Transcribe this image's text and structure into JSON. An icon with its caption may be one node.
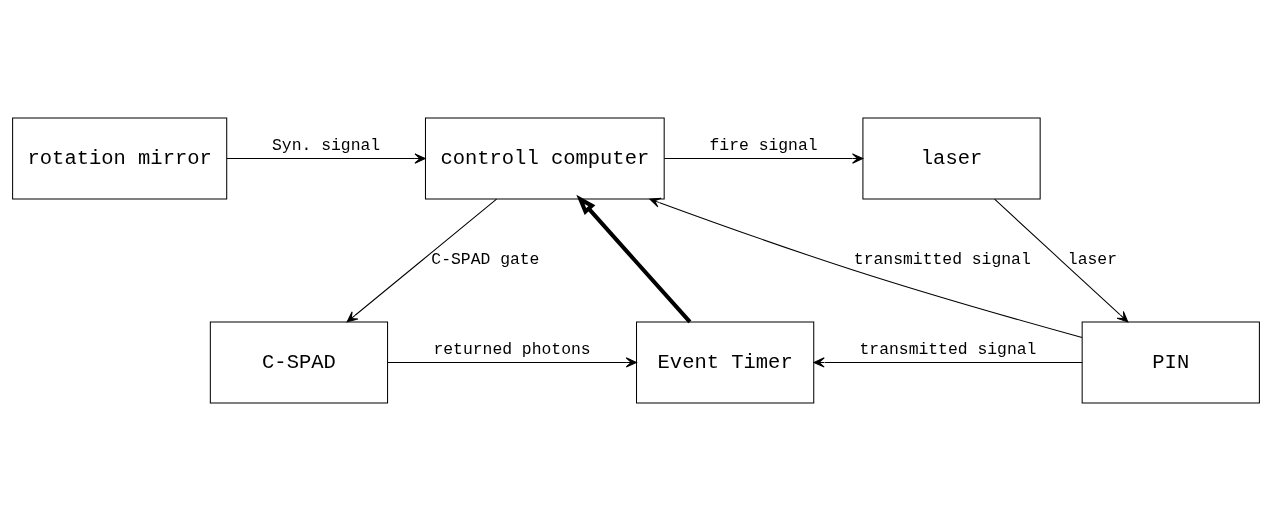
{
  "diagram": {
    "nodes": [
      {
        "text": [
          "rotation mirror"
        ]
      },
      {
        "text": [
          "controll computer"
        ]
      },
      {
        "text": [
          "laser"
        ]
      },
      {
        "text": [
          "C-SPAD"
        ]
      },
      {
        "text": [
          "Event Timer"
        ]
      },
      {
        "text": [
          "PIN"
        ]
      }
    ],
    "edges": [
      {
        "from": 0,
        "to": 1,
        "arrow": "to",
        "label": "Syn. signal"
      },
      {
        "from": 1,
        "to": 2,
        "arrow": "to",
        "label": "fire signal"
      },
      {
        "from": 2,
        "to": 5,
        "arrow": "to",
        "label": "laser"
      },
      {
        "from": 1,
        "to": 3,
        "arrow": "to",
        "label": "C-SPAD gate"
      },
      {
        "from": 5,
        "to": 1,
        "arrow": "to",
        "label": "transmitted signal"
      },
      {
        "from": 3,
        "to": 4,
        "arrow": "to",
        "label": "returned photons"
      },
      {
        "from": 5,
        "to": 4,
        "arrow": "to",
        "label": "transmitted signal"
      },
      {
        "from": 4,
        "to": 1,
        "arrow": "to",
        "style": "thick"
      }
    ]
  }
}
